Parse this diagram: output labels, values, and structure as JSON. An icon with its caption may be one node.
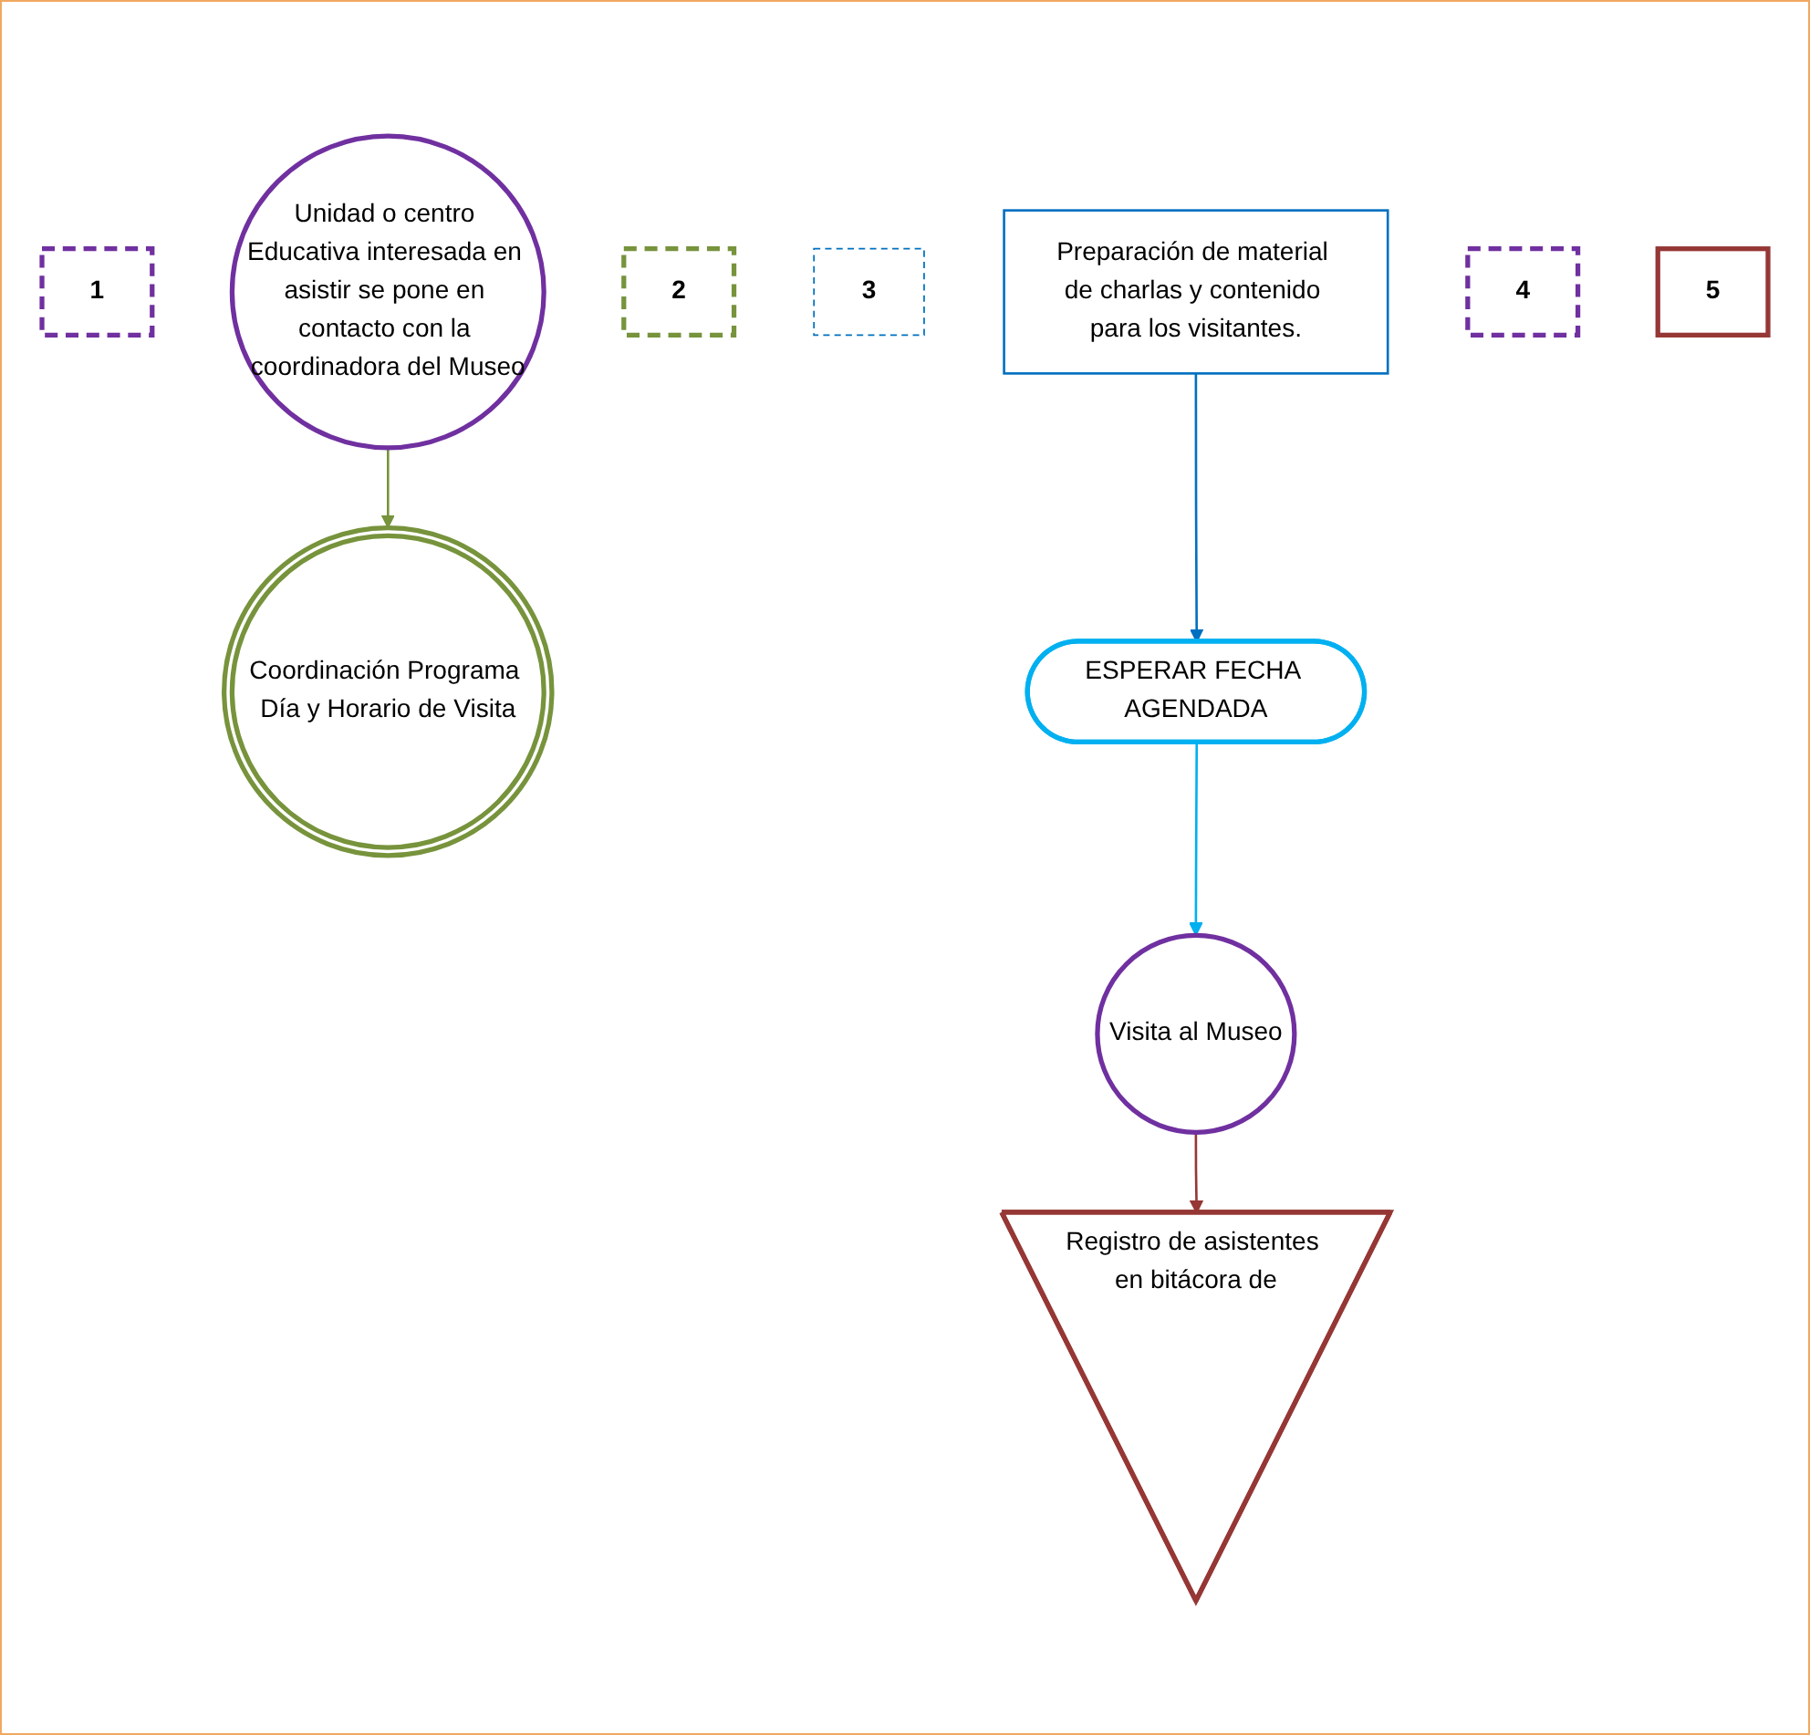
{
  "diagram": {
    "nodes": [
      {
        "text": [
          "1"
        ]
      },
      {
        "text": [
          "Unidad o centro Educativa interesada en asistir se pone en contacto con la coordinadora del Museo"
        ]
      },
      {
        "text": [
          "2"
        ]
      },
      {
        "text": [
          "Coordinación Programa Día y Horario de Visita"
        ]
      },
      {
        "text": [
          "ESPERAR FECHA AGENDADA"
        ]
      },
      {
        "text": [
          "3"
        ]
      },
      {
        "text": [
          "Preparación de material de charlas y contenido para los visitantes."
        ]
      },
      {
        "text": [
          "4"
        ]
      },
      {
        "text": [
          "Visita al Museo"
        ]
      },
      {
        "text": [
          "Registro de asistentes en bitácora de"
        ]
      },
      {
        "text": [
          "5"
        ]
      }
    ],
    "edges": [
      {
        "from": 1,
        "to": 3,
        "arrow": "to",
        "color": "#77933c"
      },
      {
        "from": 6,
        "to": 4,
        "arrow": "to",
        "color": "#0070c0"
      },
      {
        "from": 4,
        "to": 8,
        "arrow": "to",
        "color": "#00b0f0"
      },
      {
        "from": 8,
        "to": 9,
        "arrow": "to",
        "color": "#953735"
      }
    ]
  }
}
